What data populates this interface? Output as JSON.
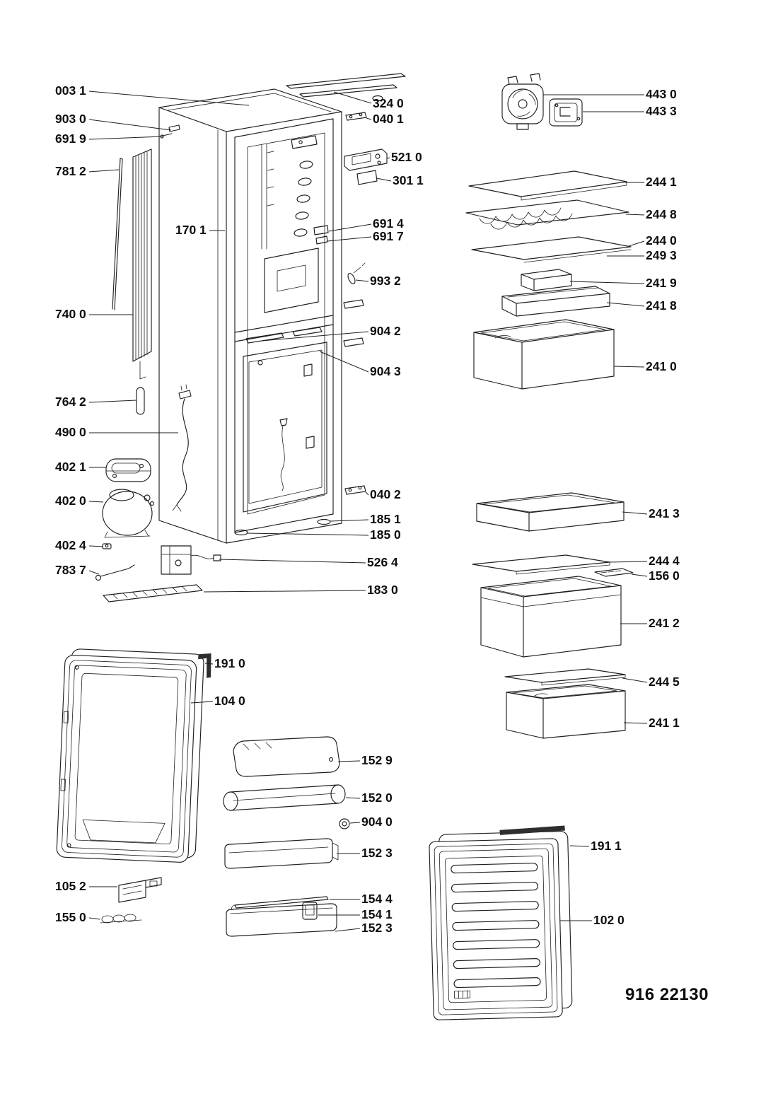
{
  "document": {
    "model_code": "916 22130"
  },
  "labels": {
    "003_1": "003 1",
    "903_0": "903 0",
    "691_9": "691 9",
    "781_2": "781 2",
    "170_1": "170 1",
    "740_0": "740 0",
    "764_2": "764 2",
    "490_0": "490 0",
    "402_1": "402 1",
    "402_0": "402 0",
    "402_4": "402 4",
    "783_7": "783 7",
    "105_2": "105 2",
    "155_0": "155 0",
    "324_0": "324 0",
    "040_1": "040 1",
    "521_0": "521 0",
    "301_1": "301 1",
    "691_4": "691 4",
    "691_7": "691 7",
    "993_2": "993 2",
    "904_2": "904 2",
    "904_3": "904 3",
    "040_2": "040 2",
    "185_1": "185 1",
    "185_0": "185 0",
    "526_4": "526 4",
    "183_0": "183 0",
    "191_0": "191 0",
    "104_0": "104 0",
    "152_9": "152 9",
    "152_0": "152 0",
    "904_0": "904 0",
    "152_3": "152 3",
    "154_4": "154 4",
    "154_1": "154 1",
    "443_0": "443 0",
    "443_3": "443 3",
    "244_1": "244 1",
    "244_8": "244 8",
    "244_0": "244 0",
    "249_3": "249 3",
    "241_9": "241 9",
    "241_8": "241 8",
    "241_0": "241 0",
    "241_3": "241 3",
    "244_4": "244 4",
    "156_0": "156 0",
    "241_2": "241 2",
    "244_5": "244 5",
    "241_1": "241 1",
    "191_1": "191 1",
    "102_0": "102 0"
  }
}
